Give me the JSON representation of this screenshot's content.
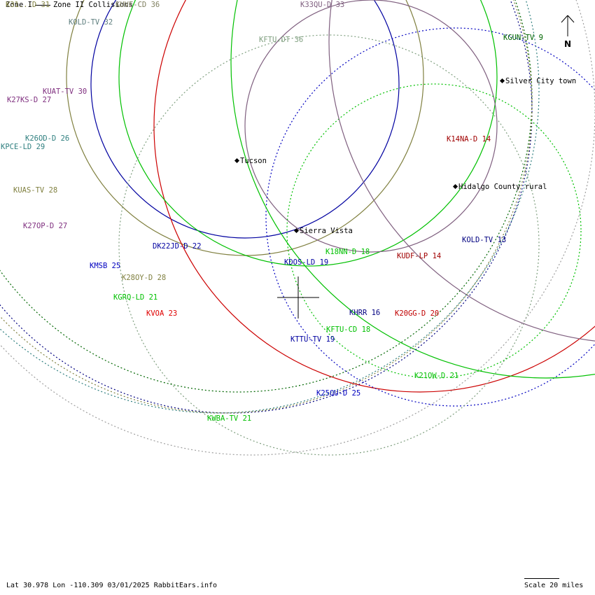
{
  "legend": {
    "zone1_label": "Zone I",
    "zone2_label": "Zone II Collisions"
  },
  "compass": {
    "label": "N"
  },
  "cities": [
    {
      "name": "Silver City town"
    },
    {
      "name": "Tucson"
    },
    {
      "name": "Hidalgo County rural"
    },
    {
      "name": "Sierra Vista"
    }
  ],
  "stations": [
    {
      "label": "K31..-D 31",
      "color": "#808040"
    },
    {
      "label": "KOLD-TV 32",
      "color": "#5f7f7f"
    },
    {
      "label": "KUVE-CD 36",
      "color": "#808060"
    },
    {
      "label": "K33QU-D 33",
      "color": "#7f5f7f"
    },
    {
      "label": "KFTU-DT 36",
      "color": "#7f9f7f"
    },
    {
      "label": "KGUN-TV 9",
      "color": "#006600"
    },
    {
      "label": "KUAT-TV 30",
      "color": "#7f2f7f"
    },
    {
      "label": "K27KS-D 27",
      "color": "#7f2f7f"
    },
    {
      "label": "K26OD-D 26",
      "color": "#2f7f7f"
    },
    {
      "label": "KPCE-LD 29",
      "color": "#2f7f7f"
    },
    {
      "label": "KUAS-TV 28",
      "color": "#808040"
    },
    {
      "label": "K27OP-D 27",
      "color": "#7f2f7f"
    },
    {
      "label": "DK22JD-D 22",
      "color": "#0000a0"
    },
    {
      "label": "KMSB 25",
      "color": "#0000c0"
    },
    {
      "label": "K28OY-D 28",
      "color": "#808040"
    },
    {
      "label": "KGRQ-LD 21",
      "color": "#00c000"
    },
    {
      "label": "KVOA 23",
      "color": "#e00000"
    },
    {
      "label": "K14NA-D 14",
      "color": "#a00000"
    },
    {
      "label": "KOLD-TV 13",
      "color": "#000080"
    },
    {
      "label": "K18NN-D 18",
      "color": "#00c000"
    },
    {
      "label": "KDOS-LD 19",
      "color": "#0000a0"
    },
    {
      "label": "KUDF-LP 14",
      "color": "#a00000"
    },
    {
      "label": "KHRR 16",
      "color": "#000080"
    },
    {
      "label": "K20GG-D 20",
      "color": "#c00000"
    },
    {
      "label": "KFTU-CD 18",
      "color": "#00c000"
    },
    {
      "label": "KTTU-TV 19",
      "color": "#0000a0"
    },
    {
      "label": "K21OW-D 21",
      "color": "#00c000"
    },
    {
      "label": "K25QU-D 25",
      "color": "#0000c0"
    },
    {
      "label": "KWBA-TV 21",
      "color": "#00c000"
    }
  ],
  "footer": {
    "status": "Lat 30.978 Lon -110.309 03/01/2025 RabbitEars.info",
    "scale_label": "Scale 20 miles"
  }
}
